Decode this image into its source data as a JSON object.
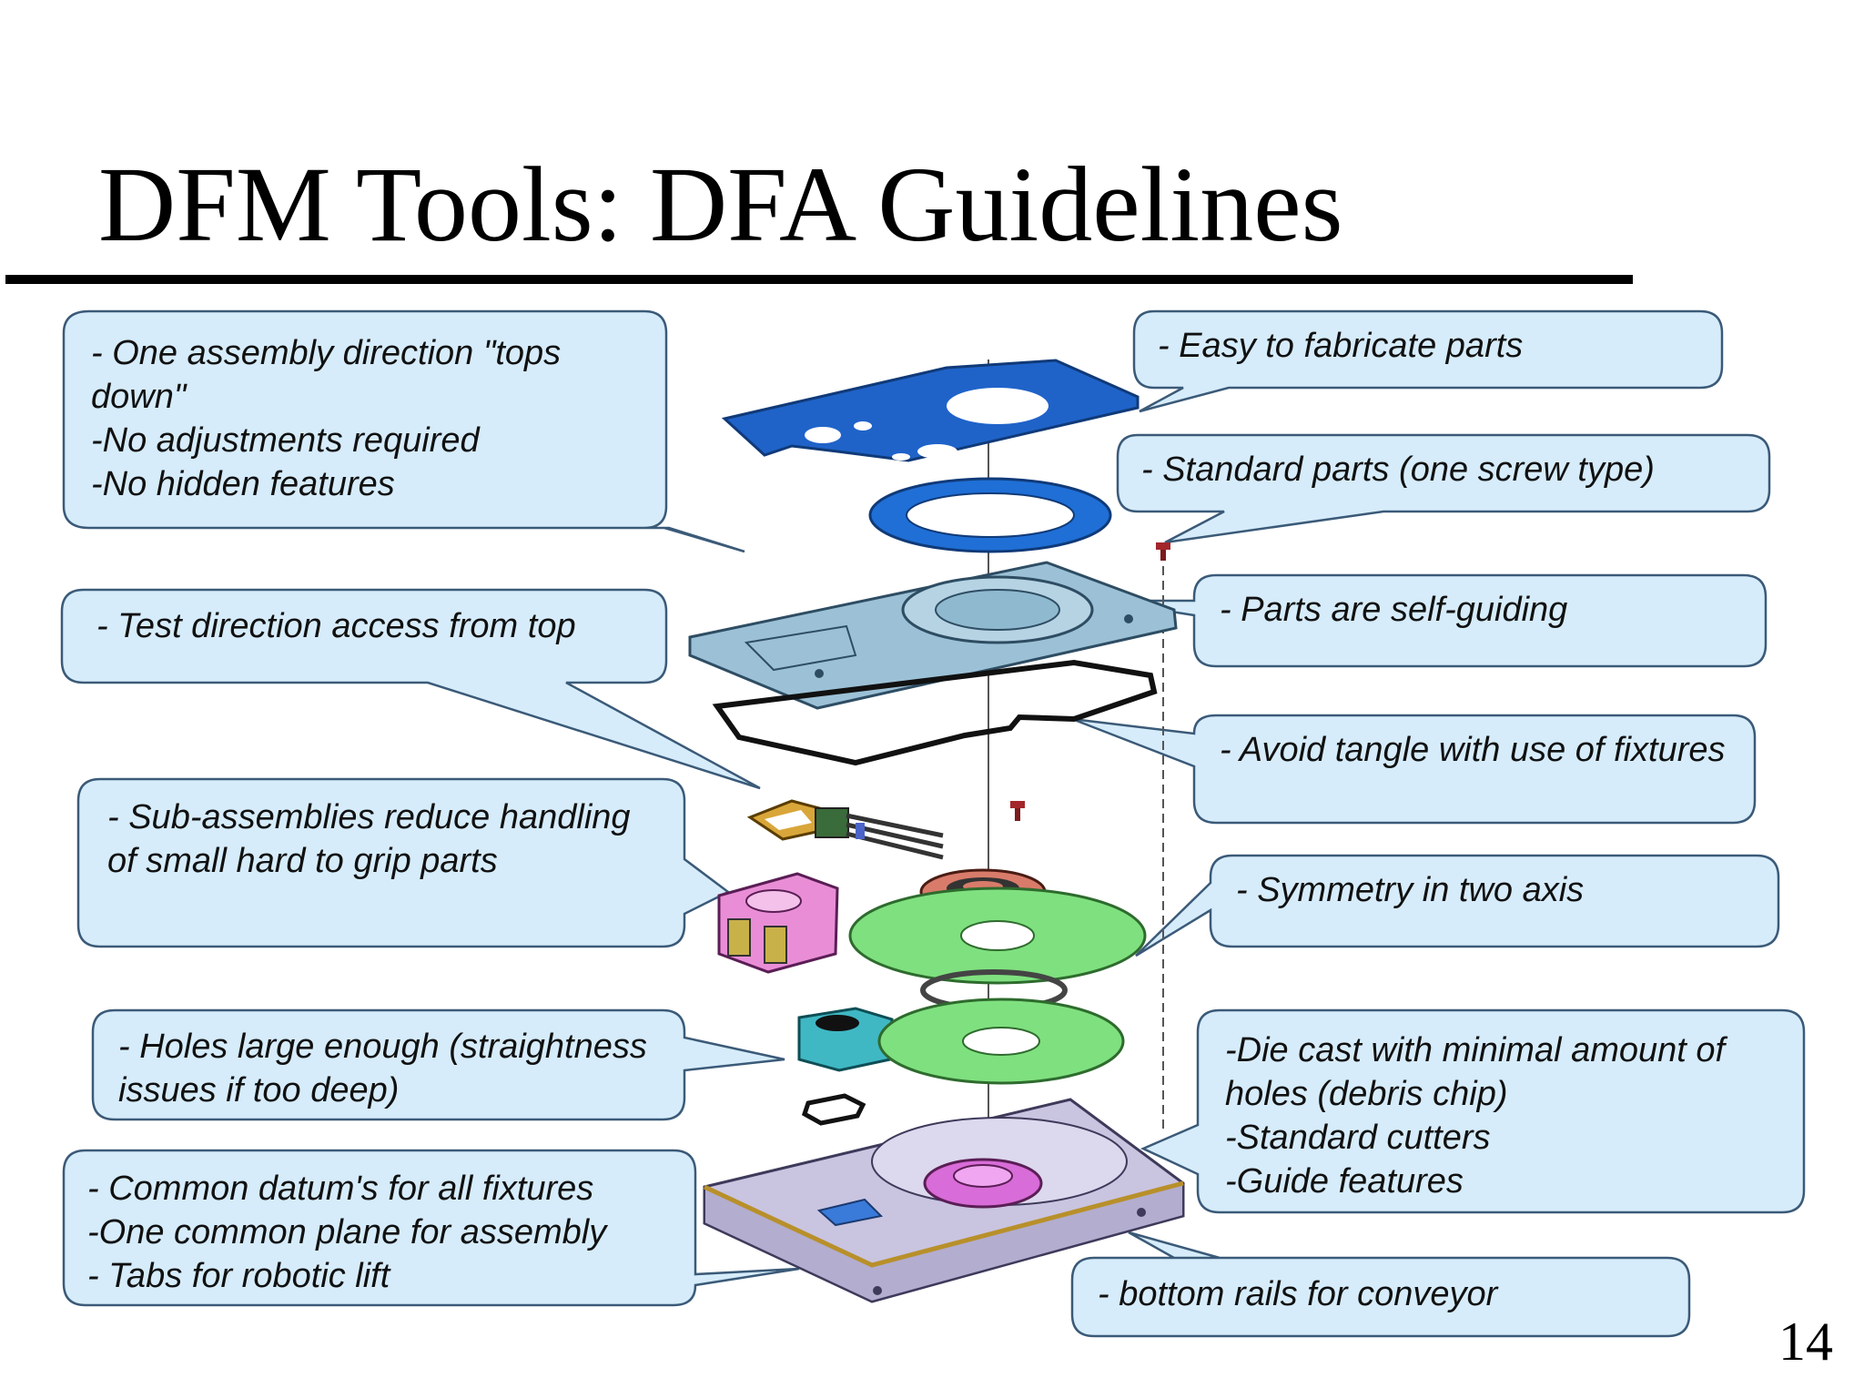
{
  "slide": {
    "title": "DFM Tools: DFA Guidelines",
    "page_number": "14"
  },
  "callouts": {
    "assembly_direction": " - One assembly direction \"tops down\"\n-No adjustments required\n-No hidden features",
    "test_direction": "- Test direction access from top",
    "subassemblies": " - Sub-assemblies reduce handling of small hard to grip parts",
    "holes": "- Holes large enough (straightness issues if too deep)",
    "common_datum": "- Common datum's for all fixtures\n-One common plane for assembly\n- Tabs for robotic lift",
    "easy_fabricate": "- Easy to fabricate parts",
    "standard_parts": "- Standard parts (one screw type)",
    "self_guiding": "- Parts are self-guiding",
    "avoid_tangle": "- Avoid tangle with use of fixtures",
    "symmetry": "- Symmetry in two axis",
    "die_cast": "-Die cast with minimal amount of holes (debris chip)\n-Standard cutters\n-Guide features",
    "bottom_rails": "- bottom rails for conveyor"
  },
  "colors": {
    "callout_fill": "#d6ecfb",
    "callout_stroke": "#3b5a78",
    "top_plate": "#1f63c9",
    "disk": "#7fe07f",
    "cover": "#8fb3c7",
    "base": "#c9c4e0"
  }
}
